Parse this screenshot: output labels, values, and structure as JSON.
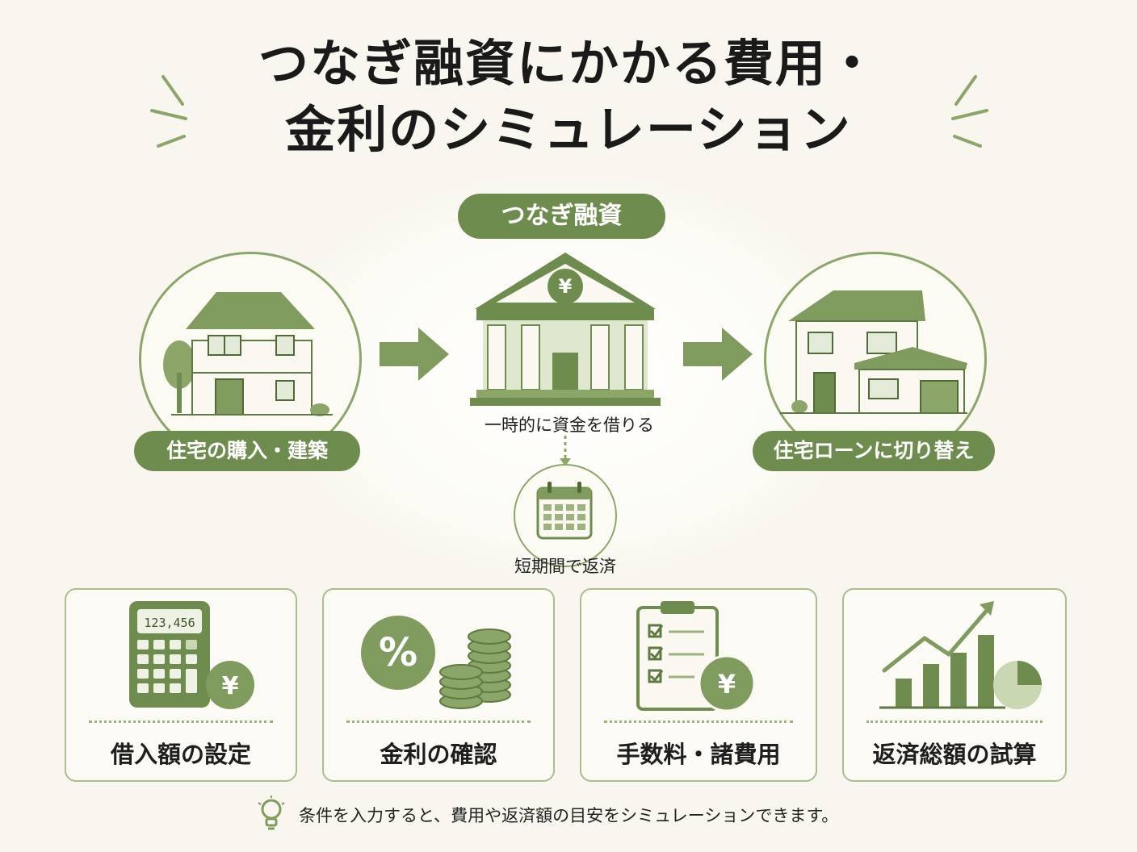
{
  "title": {
    "line1": "つなぎ融資にかかる費用・",
    "line2": "金利のシミュレーション"
  },
  "flow": {
    "center_label": "つなぎ融資",
    "left_label": "住宅の購入・建築",
    "right_label": "住宅ローンに切り替え",
    "bank_caption": "一時的に資金を借りる",
    "bank_symbol": "¥",
    "repay_caption": "短期間で返済"
  },
  "cards": [
    {
      "label": "借入額の設定",
      "icon": "calculator-icon",
      "display": "123,456",
      "symbol": "¥"
    },
    {
      "label": "金利の確認",
      "icon": "percent-coins-icon",
      "symbol": "%"
    },
    {
      "label": "手数料・諸費用",
      "icon": "clipboard-yen-icon",
      "symbol": "¥"
    },
    {
      "label": "返済総額の試算",
      "icon": "bar-chart-growth-icon"
    }
  ],
  "footer": {
    "text": "条件を入力すると、費用や返済額の目安をシミュレーションできます。",
    "icon": "lightbulb-icon"
  },
  "colors": {
    "accent": "#6f8c4f",
    "accent_light": "#c9d7b3",
    "background": "#f8f6ee"
  }
}
